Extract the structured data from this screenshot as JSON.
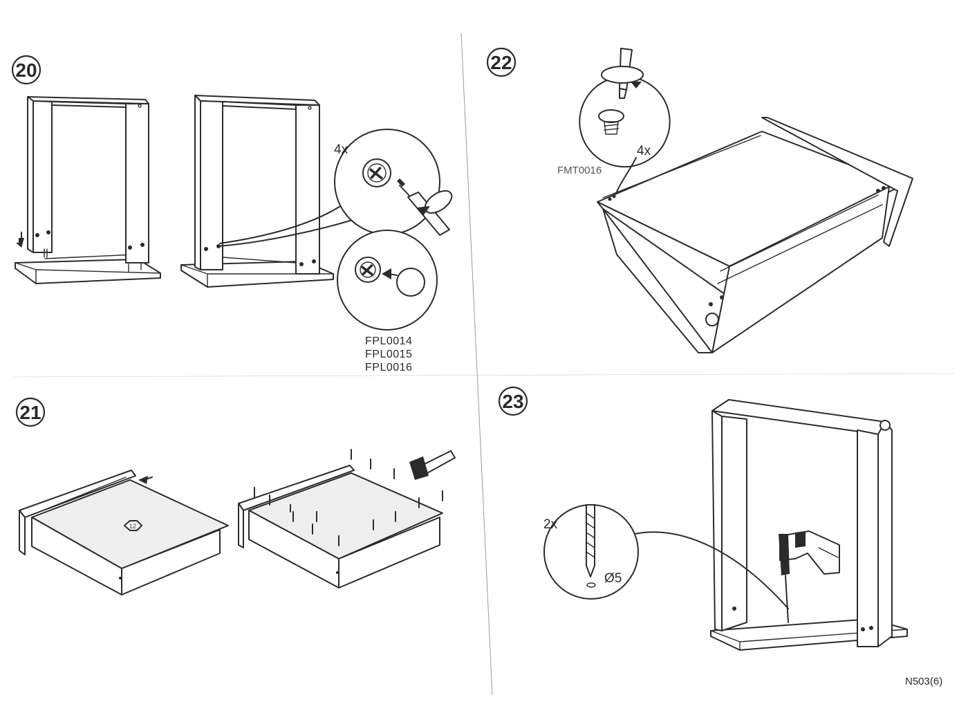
{
  "steps": {
    "s20": {
      "number": "20",
      "quantity": "4x",
      "part_codes": [
        "FPL0014",
        "FPL0015",
        "FPL0016"
      ]
    },
    "s21": {
      "number": "21",
      "panel_badge": "12"
    },
    "s22": {
      "number": "22",
      "quantity": "4x",
      "part_code": "FMT0016"
    },
    "s23": {
      "number": "23",
      "quantity": "2x",
      "drill_size": "Ø5"
    }
  },
  "footer": {
    "page_code": "N503(6)"
  }
}
